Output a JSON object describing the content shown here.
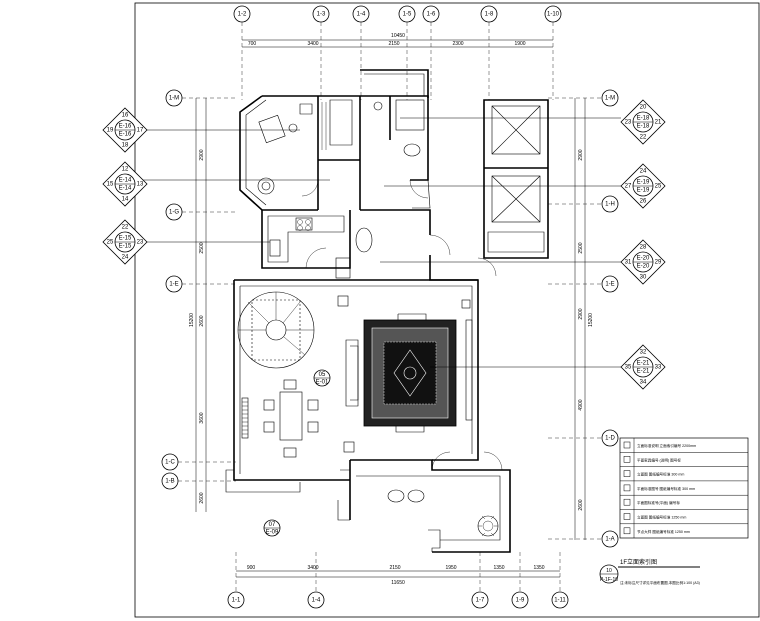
{
  "top_grid": [
    "1-2",
    "1-3",
    "1-4",
    "1-5",
    "1-6",
    "1-8",
    "1-10"
  ],
  "bottom_grid": [
    "1-1",
    "1-4",
    "1-7",
    "1-9",
    "1-11"
  ],
  "left_grid": [
    "1-M",
    "1-G",
    "1-E",
    "1-C",
    "1-B"
  ],
  "right_grid": [
    "1-M",
    "1-H",
    "1-E",
    "1-D",
    "1-A"
  ],
  "top_dims": {
    "overall": "10450",
    "segments": [
      "700",
      "3400",
      "2150",
      "2300",
      "1900"
    ]
  },
  "bottom_dims": {
    "overall": "11650",
    "segments": [
      "900",
      "3400",
      "2150",
      "1950",
      "1350",
      "1350"
    ]
  },
  "left_dims": {
    "overall": "15200",
    "segments": [
      "2900",
      "2500",
      "2600",
      "3600",
      "2600"
    ]
  },
  "right_dims": {
    "overall": "15200",
    "segments": [
      "2900",
      "2500",
      "2900",
      "4900",
      "2600"
    ]
  },
  "elev_left": [
    {
      "n": [
        "16",
        "17",
        "18",
        "19"
      ],
      "l": "E-16"
    },
    {
      "n": [
        "12",
        "13",
        "14",
        "15"
      ],
      "l": "E-14"
    },
    {
      "n": [
        "22",
        "23",
        "24",
        "25"
      ],
      "l": "E-15"
    }
  ],
  "elev_right": [
    {
      "n": [
        "20",
        "21",
        "22",
        "23"
      ],
      "l": "E-18"
    },
    {
      "n": [
        "24",
        "25",
        "26",
        "27"
      ],
      "l": "E-19"
    },
    {
      "n": [
        "28",
        "29",
        "30",
        "31"
      ],
      "l": "E-20"
    },
    {
      "n": [
        "32",
        "33",
        "34",
        "35"
      ],
      "l": "E-21"
    }
  ],
  "room_marks": [
    {
      "n": "05",
      "l": "E-01"
    },
    {
      "n": "07",
      "l": "E-09"
    }
  ],
  "legend": [
    "立面标准说明 立面索引编号 2200mm",
    "平面家具编号 (说明) 图号标",
    "立面图 图纸编号标准 300 mm",
    "平面标准图号 图纸编号标准 300 mm",
    "平面图标准号(平面) 编号标",
    "立面图 图纸编号标准 1250 mm",
    "节点大样 图纸编号标准 1250 mm"
  ],
  "title": {
    "text": "1F立面索引图",
    "num": "10",
    "code": "P-1F-10",
    "note": "注:未标注尺寸详见平面布置图,本图比例1:100 (A3)"
  }
}
